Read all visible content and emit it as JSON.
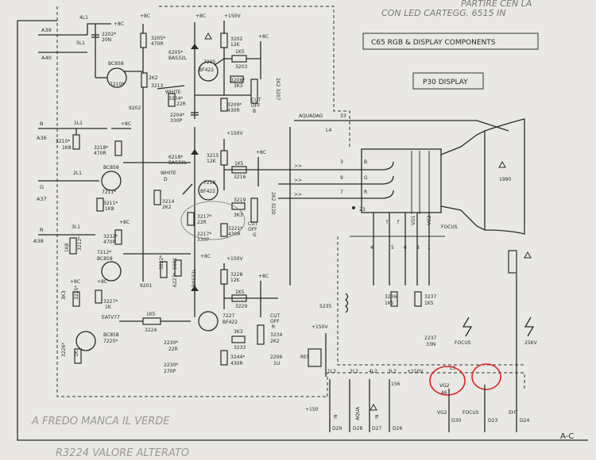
{
  "header": {
    "handwritten_top": "PARTIRE CEN LA",
    "handwritten_top2": "CON LED CARTEGG. 6515 IN",
    "box_title": "C65 RGB & DISPLAY COMPONENTS",
    "box_subtitle": "P30 DISPLAY"
  },
  "inputs": {
    "a39": "A39",
    "a40": "A40",
    "b": "B",
    "a36": "A36",
    "g": "G",
    "a37": "A37",
    "r": "R",
    "a38": "A38",
    "n4l1": "4L1",
    "n5l1": "5L1",
    "n1l1": "1L1",
    "n2l1": "2L1",
    "n3l1": "3L1"
  },
  "parts": {
    "c2202": "2202*",
    "c2202v": "20N",
    "r3205": "3205*",
    "r3205v": "470R",
    "d6205": "6205*",
    "d6205v": "BAS32L",
    "r3202": "3202",
    "r3202v": "12K",
    "q7210": "BC858",
    "q7210n": "7210*",
    "r3203": "1K5",
    "r3203n": "3203",
    "q7205n": "7205",
    "q7205": "BF422",
    "r3213v": "2K2",
    "r3213": "3213",
    "white": "WHITE",
    "white_d": "D",
    "r3206n": "3206*",
    "r3206v": "3K3",
    "r3204": "3204*",
    "r3204v": "22R",
    "r3207": "2K2 3207",
    "cutoff1": "CUT",
    "cutoff2": "OFF",
    "cutoff_b": "B",
    "r3209": "3209*",
    "r3209v": "430R",
    "c2204": "2204*",
    "c2204v": "330P",
    "n9202": "9202",
    "r3210": "3210*",
    "r3210v": "1K8",
    "r3218": "3218*",
    "r3218v": "470R",
    "q7211t": "BC858",
    "q7211": "7211*",
    "r3211": "3211*",
    "r3211v": "1K8",
    "d6218": "6218*",
    "d6218v": "BAS32L",
    "r3215": "3215",
    "r3215v": "12K",
    "r3216v": "1K5",
    "r3216": "3216",
    "white2": "WHITE",
    "white2_d": "D",
    "q7218n": "7218",
    "q7218": "BF422",
    "r3214": "3214",
    "r3214v": "2K2",
    "r3219": "3219",
    "r3219v": "3K3",
    "r3217": "3217*",
    "r3217v": "22R",
    "c2217": "2217*",
    "c2217v": "330P",
    "r3221": "3221*",
    "r3221v": "430R",
    "r3220": "2K2 3220",
    "cutoff_g": "G",
    "r3212v": "1K8",
    "r3212": "3212*",
    "r3232": "3232*",
    "r3232v": "470R",
    "q7212": "7212*",
    "q7212t": "BC858",
    "n9201": "9201",
    "r3222": "3222*",
    "r5601": "5601",
    "d6227": "6227*",
    "d6227v": "BAS32L",
    "r3228": "3228",
    "r3228v": "12K",
    "r3225v": "3K3",
    "r3225": "3225*",
    "r3227": "3227*",
    "r3227v": "1K",
    "eatv": "EATV77",
    "r3224v": "1K5",
    "r3224": "3224",
    "r3229v": "1K5",
    "r3229": "3229",
    "q7227n": "7227",
    "q7227": "BF422",
    "cutoff_r": "R",
    "r3234": "3234",
    "r3234v": "2K2",
    "q7225t": "BC858",
    "q7225": "7225*",
    "r3226": "3226*",
    "r3226v": "1K",
    "r3233v": "3K3",
    "r3233": "3233",
    "c2230": "2230*",
    "c2230v": "22R",
    "c2230b": "2230*",
    "c2230bv": "270P",
    "r3244": "3244*",
    "r3244v": "430R",
    "c2206": "2206",
    "c2206v": "1U",
    "res": "RES",
    "l5235": "5235",
    "r3236": "3236",
    "r3236v": "1K5",
    "r3237": "3237",
    "r3237v": "1K5",
    "c2237": "2237",
    "c2237v": "33N",
    "focus_mid": "FOCUS",
    "kv25": "25KV"
  },
  "supplies": {
    "p8c_a": "+8C",
    "p8c_b": "+8C",
    "p150_a": "+150V",
    "p8c_c": "+8C",
    "p8c_d": "+8C",
    "p150_b": "+150V",
    "p8c_e": "+8C",
    "p8c_f": "+8C",
    "p8c_g": "+8C",
    "p150_c": "+150V",
    "p8c_h": "+8C",
    "p8c_i": "+8C",
    "p150_d": "+150V",
    "p150_e": "+150V",
    "p150_f": "+150"
  },
  "crt": {
    "aquadag": "AQUADAG",
    "n33": "33",
    "l4": "L4",
    "n3": "3",
    "n9": "9",
    "n7": "7",
    "b": "B",
    "g": "G",
    "r": "R",
    "n23": "23",
    "n1990": "1990",
    "f": "f",
    "f2": "f",
    "vd1": "VD1",
    "vg2": "VG2",
    "focus": "FOCUS",
    "p4": "4",
    "p5": "5",
    "p6": "6",
    "p8": "8",
    "p1": "1"
  },
  "bottom": {
    "c1l2": "1L2",
    "c2l2": "2L2",
    "c4l2": "4L2",
    "c3l2": "3L2",
    "c156": "156",
    "vg2_label": "VG2",
    "vg2_num": "46",
    "l3": "L3",
    "d29": "D29",
    "d28": "D28",
    "d27": "D27",
    "d26": "D26",
    "aqua": "AQUA",
    "ff": "ff",
    "ff2": "ff",
    "vg2b": "VG2",
    "d30": "D30",
    "focusb": "FOCUS",
    "d23": "D23",
    "eht": "EHT",
    "d24": "D24",
    "ac": "A-C"
  },
  "handwritten": {
    "line1": "A FREDO MANCA IL VERDE",
    "line2": "R3224 VALORE ALTERATO"
  }
}
